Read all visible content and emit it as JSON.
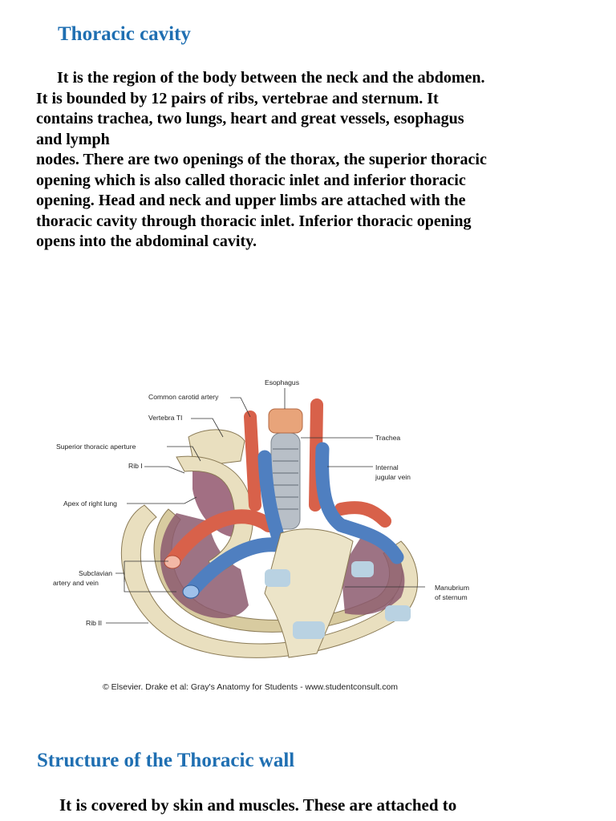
{
  "section1": {
    "heading": "Thoracic cavity",
    "lines": [
      "It is the region of the body between the neck and the abdomen.",
      "It is bounded by 12 pairs of ribs, vertebrae and sternum. It",
      "contains trachea, two lungs, heart and great vessels, esophagus",
      "and lymph",
      "nodes. There are two openings of the thorax, the superior thoracic",
      "opening which is also called thoracic inlet and inferior thoracic",
      "opening. Head and neck and upper limbs are attached with the",
      "thoracic cavity through thoracic inlet. Inferior thoracic opening",
      "opens into the abdominal cavity."
    ]
  },
  "figure": {
    "labels": {
      "esophagus": "Esophagus",
      "common_carotid": "Common carotid artery",
      "vertebra": "Vertebra TI",
      "superior_aperture": "Superior thoracic aperture",
      "rib1": "Rib I",
      "apex_lung": "Apex of right lung",
      "subclavian_1": "Subclavian",
      "subclavian_2": "artery and vein",
      "rib2": "Rib II",
      "trachea": "Trachea",
      "internal_jugular_1": "Internal",
      "internal_jugular_2": "jugular vein",
      "manubrium_1": "Manubrium",
      "manubrium_2": "of sternum"
    },
    "caption": "© Elsevier. Drake et al: Gray's Anatomy for Students - www.studentconsult.com",
    "colors": {
      "bone": "#e9dfbf",
      "bone_outline": "#8a7a55",
      "lung": "#8c5a6e",
      "artery": "#d8614a",
      "vein": "#4f7fc0",
      "cartilage": "#b9d2e2",
      "trachea": "#b8bfc7"
    }
  },
  "section2": {
    "heading": "Structure of the Thoracic wall",
    "text": "It is covered by skin and muscles. These are attached to"
  }
}
